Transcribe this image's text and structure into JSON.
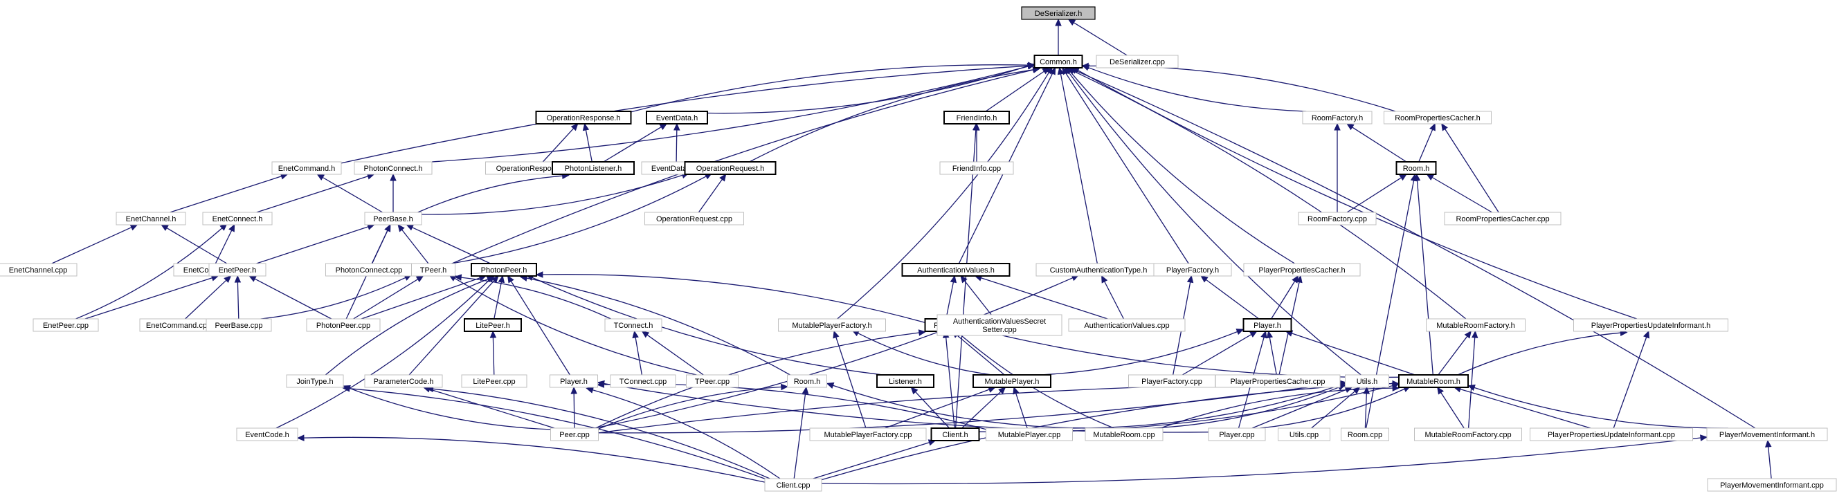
{
  "diagram": {
    "nodes": {
      "DeSerializer_h": {
        "label": "DeSerializer.h",
        "style": "focus"
      },
      "Common_h": {
        "label": "Common.h",
        "style": "bold"
      },
      "DeSerializer_cpp": {
        "label": "DeSerializer.cpp",
        "style": "normal"
      },
      "EnetCommand_h": {
        "label": "EnetCommand.h",
        "style": "normal"
      },
      "PhotonConnect_h": {
        "label": "PhotonConnect.h",
        "style": "normal"
      },
      "OperationResponse_h": {
        "label": "OperationResponse.h",
        "style": "bold"
      },
      "EventData_h": {
        "label": "EventData.h",
        "style": "bold"
      },
      "OperationResponse_cpp": {
        "label": "OperationResponse.cpp",
        "style": "normal"
      },
      "PhotonListener_h": {
        "label": "PhotonListener.h",
        "style": "bold"
      },
      "EventData_cpp": {
        "label": "EventData.cpp",
        "style": "normal"
      },
      "OperationRequest_h": {
        "label": "OperationRequest.h",
        "style": "bold"
      },
      "OperationRequest_cpp": {
        "label": "OperationRequest.cpp",
        "style": "normal"
      },
      "FriendInfo_h": {
        "label": "FriendInfo.h",
        "style": "bold"
      },
      "FriendInfo_cpp": {
        "label": "FriendInfo.cpp",
        "style": "normal"
      },
      "RoomFactory_h": {
        "label": "RoomFactory.h",
        "style": "normal"
      },
      "RoomPropertiesCacher_h": {
        "label": "RoomPropertiesCacher.h",
        "style": "normal"
      },
      "Room_h": {
        "label": "Room.h",
        "style": "bold"
      },
      "RoomFactory_cpp": {
        "label": "RoomFactory.cpp",
        "style": "normal"
      },
      "RoomPropertiesCacher_cpp": {
        "label": "RoomPropertiesCacher.cpp",
        "style": "normal"
      },
      "EnetChannel_h": {
        "label": "EnetChannel.h",
        "style": "normal"
      },
      "EnetConnect_h": {
        "label": "EnetConnect.h",
        "style": "normal"
      },
      "PeerBase_h": {
        "label": "PeerBase.h",
        "style": "normal"
      },
      "EnetChannel_cpp": {
        "label": "EnetChannel.cpp",
        "style": "normal"
      },
      "EnetConnect_cpp": {
        "label": "EnetConnect.cpp",
        "style": "normal"
      },
      "PhotonConnect_cpp": {
        "label": "PhotonConnect.cpp",
        "style": "normal"
      },
      "EnetPeer_h": {
        "label": "EnetPeer.h",
        "style": "normal"
      },
      "TPeer_h": {
        "label": "TPeer.h",
        "style": "normal"
      },
      "PhotonPeer_h": {
        "label": "PhotonPeer.h",
        "style": "bold"
      },
      "EnetPeer_cpp": {
        "label": "EnetPeer.cpp",
        "style": "normal"
      },
      "EnetCommand_cpp": {
        "label": "EnetCommand.cpp",
        "style": "normal"
      },
      "PeerBase_cpp": {
        "label": "PeerBase.cpp",
        "style": "normal"
      },
      "PhotonPeer_cpp": {
        "label": "PhotonPeer.cpp",
        "style": "normal"
      },
      "LitePeer_h": {
        "label": "LitePeer.h",
        "style": "bold"
      },
      "LitePeer_cpp": {
        "label": "LitePeer.cpp",
        "style": "normal"
      },
      "TConnect_h": {
        "label": "TConnect.h",
        "style": "normal"
      },
      "TConnect_cpp": {
        "label": "TConnect.cpp",
        "style": "normal"
      },
      "TPeer_cpp": {
        "label": "TPeer.cpp",
        "style": "normal"
      },
      "AuthenticationValues_h": {
        "label": "AuthenticationValues.h",
        "style": "bold"
      },
      "CustomAuthenticationType_h": {
        "label": "CustomAuthenticationType.h",
        "style": "normal"
      },
      "PlayerFactory_h": {
        "label": "PlayerFactory.h",
        "style": "normal"
      },
      "PlayerPropertiesCacher_h": {
        "label": "PlayerPropertiesCacher.h",
        "style": "normal"
      },
      "MutablePlayerFactory_h": {
        "label": "MutablePlayerFactory.h",
        "style": "normal"
      },
      "Peer_h": {
        "label": "Peer.h",
        "style": "bold"
      },
      "AuthValuesSecretSetter_cpp": {
        "label": "AuthenticationValuesSecret",
        "label2": "Setter.cpp",
        "style": "normal"
      },
      "AuthenticationValues_cpp": {
        "label": "AuthenticationValues.cpp",
        "style": "normal"
      },
      "Player_h": {
        "label": "Player.h",
        "style": "bold"
      },
      "MutableRoomFactory_h": {
        "label": "MutableRoomFactory.h",
        "style": "normal"
      },
      "PlayerPropertiesUpdateInformant_h": {
        "label": "PlayerPropertiesUpdateInformant.h",
        "style": "normal"
      },
      "JoinType_h": {
        "label": "JoinType.h",
        "style": "normal"
      },
      "ParameterCode_h": {
        "label": "ParameterCode.h",
        "style": "normal"
      },
      "Player_h2": {
        "label": "Player.h",
        "style": "normal"
      },
      "Room_h2": {
        "label": "Room.h",
        "style": "normal"
      },
      "Listener_h": {
        "label": "Listener.h",
        "style": "bold"
      },
      "MutablePlayer_h": {
        "label": "MutablePlayer.h",
        "style": "bold"
      },
      "PlayerFactory_cpp": {
        "label": "PlayerFactory.cpp",
        "style": "normal"
      },
      "PlayerPropertiesCacher_cpp": {
        "label": "PlayerPropertiesCacher.cpp",
        "style": "normal"
      },
      "Utils_h": {
        "label": "Utils.h",
        "style": "normal"
      },
      "MutableRoom_h": {
        "label": "MutableRoom.h",
        "style": "bold"
      },
      "EventCode_h": {
        "label": "EventCode.h",
        "style": "normal"
      },
      "Peer_cpp": {
        "label": "Peer.cpp",
        "style": "normal"
      },
      "MutablePlayerFactory_cpp": {
        "label": "MutablePlayerFactory.cpp",
        "style": "normal"
      },
      "Client_h": {
        "label": "Client.h",
        "style": "bold"
      },
      "MutablePlayer_cpp": {
        "label": "MutablePlayer.cpp",
        "style": "normal"
      },
      "MutableRoom_cpp": {
        "label": "MutableRoom.cpp",
        "style": "normal"
      },
      "Player_cpp": {
        "label": "Player.cpp",
        "style": "normal"
      },
      "Utils_cpp": {
        "label": "Utils.cpp",
        "style": "normal"
      },
      "Room_cpp": {
        "label": "Room.cpp",
        "style": "normal"
      },
      "MutableRoomFactory_cpp": {
        "label": "MutableRoomFactory.cpp",
        "style": "normal"
      },
      "PlayerPropertiesUpdateInformant_cpp": {
        "label": "PlayerPropertiesUpdateInformant.cpp",
        "style": "normal"
      },
      "PlayerMovementInformant_h": {
        "label": "PlayerMovementInformant.h",
        "style": "normal"
      },
      "Client_cpp": {
        "label": "Client.cpp",
        "style": "normal"
      },
      "PlayerMovementInformant_cpp": {
        "label": "PlayerMovementInformant.cpp",
        "style": "normal"
      }
    },
    "edges": [
      [
        "Common_h",
        "DeSerializer_h"
      ],
      [
        "DeSerializer_cpp",
        "DeSerializer_h"
      ],
      [
        "EnetCommand_h",
        "Common_h"
      ],
      [
        "PhotonConnect_h",
        "Common_h"
      ],
      [
        "OperationResponse_h",
        "Common_h"
      ],
      [
        "EventData_h",
        "Common_h"
      ],
      [
        "OperationRequest_h",
        "Common_h"
      ],
      [
        "FriendInfo_h",
        "Common_h"
      ],
      [
        "RoomFactory_h",
        "Common_h"
      ],
      [
        "RoomPropertiesCacher_h",
        "Common_h"
      ],
      [
        "TPeer_h",
        "Common_h"
      ],
      [
        "AuthenticationValues_h",
        "Common_h"
      ],
      [
        "CustomAuthenticationType_h",
        "Common_h"
      ],
      [
        "PlayerFactory_h",
        "Common_h"
      ],
      [
        "PlayerPropertiesCacher_h",
        "Common_h"
      ],
      [
        "MutablePlayerFactory_h",
        "Common_h"
      ],
      [
        "Utils_h",
        "Common_h"
      ],
      [
        "MutableRoomFactory_h",
        "Common_h"
      ],
      [
        "PlayerPropertiesUpdateInformant_h",
        "Common_h"
      ],
      [
        "PlayerMovementInformant_h",
        "Common_h"
      ],
      [
        "OperationResponse_cpp",
        "OperationResponse_h"
      ],
      [
        "PhotonListener_h",
        "OperationResponse_h"
      ],
      [
        "PhotonListener_h",
        "EventData_h"
      ],
      [
        "EventData_cpp",
        "EventData_h"
      ],
      [
        "OperationRequest_cpp",
        "OperationRequest_h"
      ],
      [
        "TPeer_h",
        "OperationRequest_h"
      ],
      [
        "FriendInfo_cpp",
        "FriendInfo_h"
      ],
      [
        "Client_h",
        "FriendInfo_h"
      ],
      [
        "Room_h",
        "RoomFactory_h"
      ],
      [
        "RoomFactory_cpp",
        "RoomFactory_h"
      ],
      [
        "Room_h",
        "RoomPropertiesCacher_h"
      ],
      [
        "RoomPropertiesCacher_cpp",
        "RoomPropertiesCacher_h"
      ],
      [
        "RoomFactory_cpp",
        "Room_h"
      ],
      [
        "RoomPropertiesCacher_cpp",
        "Room_h"
      ],
      [
        "MutableRoom_h",
        "Room_h"
      ],
      [
        "Room_cpp",
        "Room_h"
      ],
      [
        "EnetChannel_h",
        "EnetCommand_h"
      ],
      [
        "PeerBase_h",
        "EnetCommand_h"
      ],
      [
        "EnetConnect_h",
        "PhotonConnect_h"
      ],
      [
        "PeerBase_h",
        "PhotonConnect_h"
      ],
      [
        "PeerBase_h",
        "PhotonListener_h"
      ],
      [
        "PeerBase_h",
        "OperationRequest_h"
      ],
      [
        "EnetChannel_cpp",
        "EnetChannel_h"
      ],
      [
        "EnetPeer_h",
        "EnetChannel_h"
      ],
      [
        "EnetConnect_cpp",
        "EnetConnect_h"
      ],
      [
        "EnetPeer_cpp",
        "EnetConnect_h"
      ],
      [
        "EnetPeer_h",
        "PeerBase_h"
      ],
      [
        "PhotonConnect_cpp",
        "PeerBase_h"
      ],
      [
        "TPeer_h",
        "PeerBase_h"
      ],
      [
        "PhotonPeer_h",
        "PeerBase_h"
      ],
      [
        "PhotonPeer_cpp",
        "PeerBase_h"
      ],
      [
        "EnetPeer_cpp",
        "EnetPeer_h"
      ],
      [
        "EnetCommand_cpp",
        "EnetPeer_h"
      ],
      [
        "PeerBase_cpp",
        "EnetPeer_h"
      ],
      [
        "PhotonPeer_cpp",
        "EnetPeer_h"
      ],
      [
        "PeerBase_cpp",
        "TPeer_h"
      ],
      [
        "PhotonPeer_cpp",
        "TPeer_h"
      ],
      [
        "TConnect_h",
        "TPeer_h"
      ],
      [
        "TPeer_cpp",
        "TPeer_h"
      ],
      [
        "PhotonPeer_cpp",
        "PhotonPeer_h"
      ],
      [
        "LitePeer_h",
        "PhotonPeer_h"
      ],
      [
        "Peer_h",
        "PhotonPeer_h"
      ],
      [
        "JoinType_h",
        "PhotonPeer_h"
      ],
      [
        "ParameterCode_h",
        "PhotonPeer_h"
      ],
      [
        "Player_h2",
        "PhotonPeer_h"
      ],
      [
        "Room_h2",
        "PhotonPeer_h"
      ],
      [
        "Listener_h",
        "PhotonPeer_h"
      ],
      [
        "EventCode_h",
        "PhotonPeer_h"
      ],
      [
        "LitePeer_cpp",
        "LitePeer_h"
      ],
      [
        "TConnect_cpp",
        "TConnect_h"
      ],
      [
        "TPeer_cpp",
        "TConnect_h"
      ],
      [
        "Peer_h",
        "AuthenticationValues_h"
      ],
      [
        "AuthValuesSecretSetter_cpp",
        "AuthenticationValues_h"
      ],
      [
        "AuthenticationValues_cpp",
        "AuthenticationValues_h"
      ],
      [
        "AuthenticationValues_cpp",
        "CustomAuthenticationType_h"
      ],
      [
        "Peer_cpp",
        "CustomAuthenticationType_h"
      ],
      [
        "Player_h",
        "PlayerFactory_h"
      ],
      [
        "PlayerFactory_cpp",
        "PlayerFactory_h"
      ],
      [
        "Player_h",
        "PlayerPropertiesCacher_h"
      ],
      [
        "PlayerPropertiesCacher_cpp",
        "PlayerPropertiesCacher_h"
      ],
      [
        "MutablePlayer_h",
        "MutablePlayerFactory_h"
      ],
      [
        "MutablePlayerFactory_cpp",
        "MutablePlayerFactory_h"
      ],
      [
        "Peer_cpp",
        "Peer_h"
      ],
      [
        "MutablePlayer_h",
        "Peer_h"
      ],
      [
        "MutableRoom_h",
        "Peer_h"
      ],
      [
        "Client_h",
        "Peer_h"
      ],
      [
        "MutableRoom_cpp",
        "Peer_h"
      ],
      [
        "MutablePlayer_h",
        "Player_h"
      ],
      [
        "PlayerFactory_cpp",
        "Player_h"
      ],
      [
        "PlayerPropertiesCacher_cpp",
        "Player_h"
      ],
      [
        "MutableRoom_h",
        "Player_h"
      ],
      [
        "Player_cpp",
        "Player_h"
      ],
      [
        "MutableRoom_h",
        "MutableRoomFactory_h"
      ],
      [
        "MutableRoomFactory_cpp",
        "MutableRoomFactory_h"
      ],
      [
        "MutableRoom_h",
        "PlayerPropertiesUpdateInformant_h"
      ],
      [
        "PlayerPropertiesUpdateInformant_cpp",
        "PlayerPropertiesUpdateInformant_h"
      ],
      [
        "Peer_cpp",
        "JoinType_h"
      ],
      [
        "Client_cpp",
        "JoinType_h"
      ],
      [
        "Peer_cpp",
        "ParameterCode_h"
      ],
      [
        "Client_cpp",
        "ParameterCode_h"
      ],
      [
        "Peer_cpp",
        "Player_h2"
      ],
      [
        "Client_cpp",
        "Player_h2"
      ],
      [
        "Player_cpp",
        "Player_h2"
      ],
      [
        "MutablePlayer_cpp",
        "Player_h2"
      ],
      [
        "Peer_cpp",
        "Room_h2"
      ],
      [
        "Client_cpp",
        "Room_h2"
      ],
      [
        "MutableRoom_cpp",
        "Room_h2"
      ],
      [
        "Client_h",
        "Listener_h"
      ],
      [
        "Client_h",
        "MutablePlayer_h"
      ],
      [
        "MutablePlayer_cpp",
        "MutablePlayer_h"
      ],
      [
        "MutablePlayerFactory_cpp",
        "MutablePlayer_h"
      ],
      [
        "Peer_cpp",
        "Utils_h"
      ],
      [
        "Client_cpp",
        "Utils_h"
      ],
      [
        "MutableRoom_cpp",
        "Utils_h"
      ],
      [
        "Player_cpp",
        "Utils_h"
      ],
      [
        "Utils_cpp",
        "Utils_h"
      ],
      [
        "Room_cpp",
        "Utils_h"
      ],
      [
        "MutablePlayer_cpp",
        "Utils_h"
      ],
      [
        "Peer_cpp",
        "MutableRoom_h"
      ],
      [
        "Client_h",
        "MutableRoom_h"
      ],
      [
        "MutableRoom_cpp",
        "MutableRoom_h"
      ],
      [
        "Player_cpp",
        "MutableRoom_h"
      ],
      [
        "MutableRoomFactory_cpp",
        "MutableRoom_h"
      ],
      [
        "PlayerPropertiesUpdateInformant_cpp",
        "MutableRoom_h"
      ],
      [
        "PlayerMovementInformant_h",
        "MutableRoom_h"
      ],
      [
        "Client_cpp",
        "EventCode_h"
      ],
      [
        "Client_cpp",
        "Client_h"
      ],
      [
        "Client_cpp",
        "PlayerMovementInformant_h"
      ],
      [
        "PlayerMovementInformant_cpp",
        "PlayerMovementInformant_h"
      ]
    ]
  }
}
